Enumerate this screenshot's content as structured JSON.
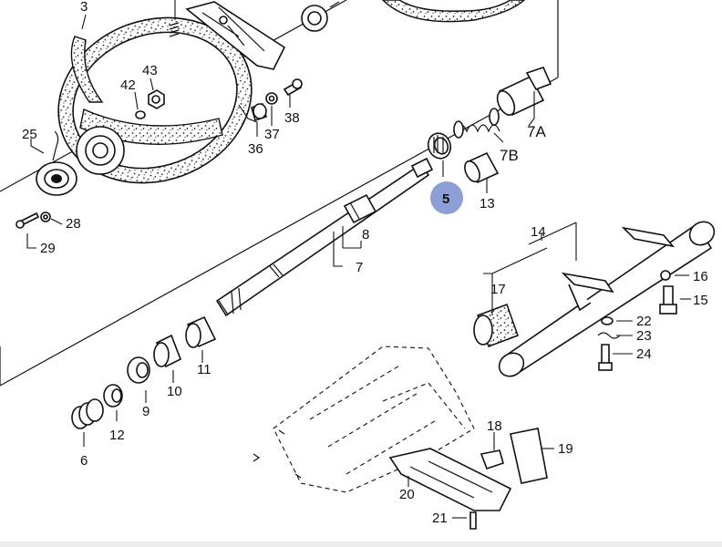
{
  "diagram": {
    "highlighted_part": "5",
    "labels": {
      "p3": "3",
      "p42": "42",
      "p43": "43",
      "p36": "36",
      "p37": "37",
      "p38": "38",
      "p25": "25",
      "p28": "28",
      "p29": "29",
      "p7a": "7A",
      "p7b": "7B",
      "p5": "5",
      "p13": "13",
      "p8": "8",
      "p7": "7",
      "p14": "14",
      "p16": "16",
      "p15": "15",
      "p17": "17",
      "p22": "22",
      "p23": "23",
      "p24": "24",
      "p11": "11",
      "p10": "10",
      "p9": "9",
      "p12": "12",
      "p6": "6",
      "p18": "18",
      "p19": "19",
      "p20": "20",
      "p21": "21"
    }
  }
}
